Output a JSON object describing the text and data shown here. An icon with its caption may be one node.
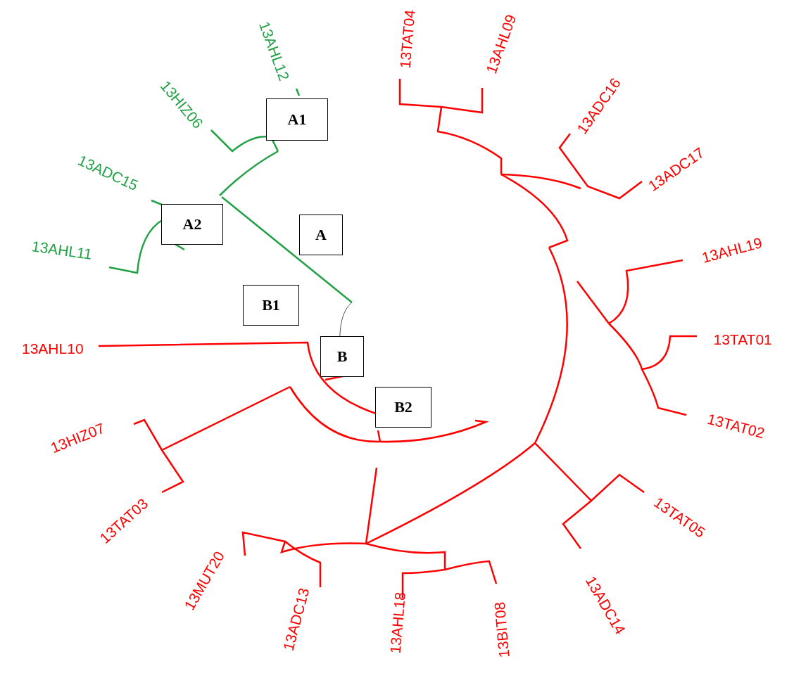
{
  "diagram": {
    "nodes": [
      {
        "text": [
          "A1"
        ]
      },
      {
        "text": [
          "A2"
        ]
      },
      {
        "text": [
          "A"
        ]
      },
      {
        "text": [
          "B1"
        ]
      },
      {
        "text": [
          "B"
        ]
      },
      {
        "text": [
          "B2"
        ]
      }
    ],
    "labels": [
      "13AHL12",
      "13HIZ06",
      "13ADC15",
      "13AHL11",
      "13AHL10",
      "13HIZ07",
      "13TAT03",
      "13MUT20",
      "13ADC13",
      "13AHL18",
      "13BIT08",
      "13ADC14",
      "13TAT05",
      "13TAT02",
      "13TAT01",
      "13AHL19",
      "13ADC17",
      "13ADC16",
      "13AHL09",
      "13TAT04"
    ]
  }
}
